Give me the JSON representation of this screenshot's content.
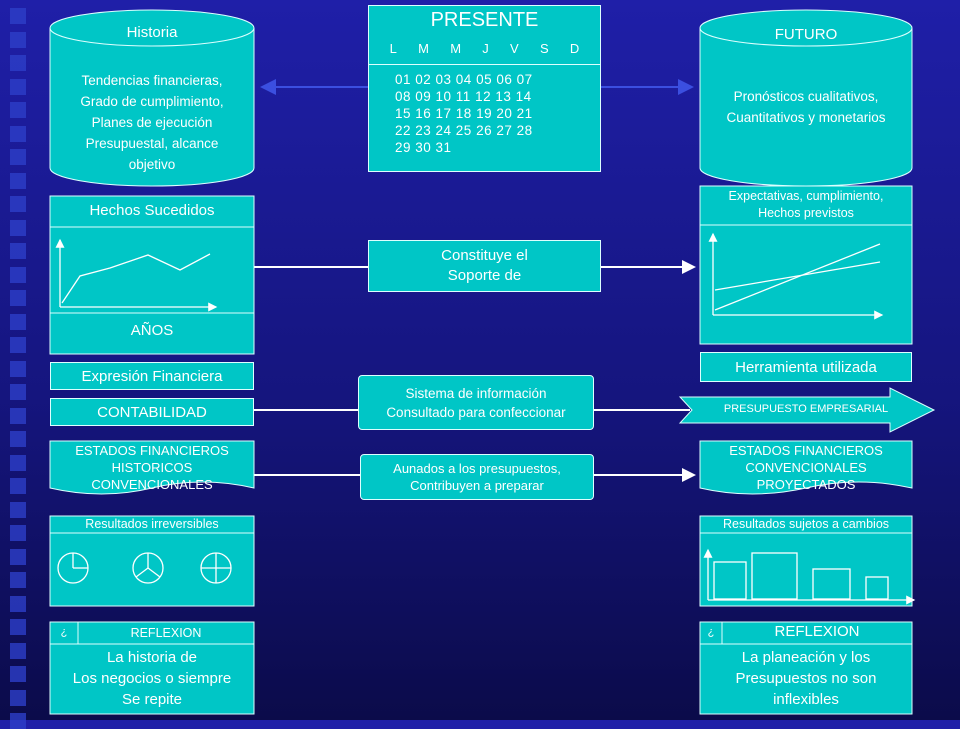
{
  "historia": {
    "title": "Historia",
    "body": "Tendencias financieras,\nGrado de cumplimiento,\nPlanes de ejecución\nPresupuestal, alcance\nobjetivo"
  },
  "futuro": {
    "title": "FUTURO",
    "body": "Pronósticos cualitativos,\nCuantitativos y monetarios"
  },
  "presente": {
    "title": "PRESENTE",
    "weekdays": [
      "L",
      "M",
      "M",
      "J",
      "V",
      "S",
      "D"
    ],
    "days": [
      "01 02 03 04 05 06 07",
      "08 09 10 11 12 13 14",
      "15 16 17 18 19 20 21",
      "22 23 24 25 26 27 28",
      "29 30 31"
    ]
  },
  "hechos": {
    "title": "Hechos Sucedidos",
    "axis": "AÑOS"
  },
  "soporte": {
    "text": "Constituye el\nSoporte de"
  },
  "expectativas": {
    "title": "Expectativas, cumplimiento,\nHechos previstos"
  },
  "expresion": {
    "label": "Expresión Financiera"
  },
  "herramienta": {
    "label": "Herramienta utilizada"
  },
  "contabilidad": {
    "label": "CONTABILIDAD"
  },
  "sistema": {
    "text": "Sistema de información\nConsultado  para confeccionar"
  },
  "presupuesto": {
    "label": "PRESUPUESTO EMPRESARIAL"
  },
  "estados_hist": {
    "text": "ESTADOS FINANCIEROS\nHISTORICOS\nCONVENCIONALES"
  },
  "aunados": {
    "text": "Aunados a los presupuestos,\nContribuyen a preparar"
  },
  "estados_proy": {
    "text": "ESTADOS FINANCIEROS\nCONVENCIONALES\nPROYECTADOS"
  },
  "irreversibles": {
    "title": "Resultados irreversibles"
  },
  "sujetos": {
    "title": "Resultados sujetos a cambios"
  },
  "reflexion_left": {
    "mark": "¿",
    "title": "REFLEXION",
    "body": "La historia de\nLos negocios o siempre\nSe repite"
  },
  "reflexion_right": {
    "mark": "¿",
    "title": "REFLEXION",
    "body": "La planeación y los\nPresupuestos no son\ninflexibles"
  },
  "colors": {
    "box": "#00c6c6",
    "background": "#15157e",
    "arrow": "#3b4fe0"
  }
}
